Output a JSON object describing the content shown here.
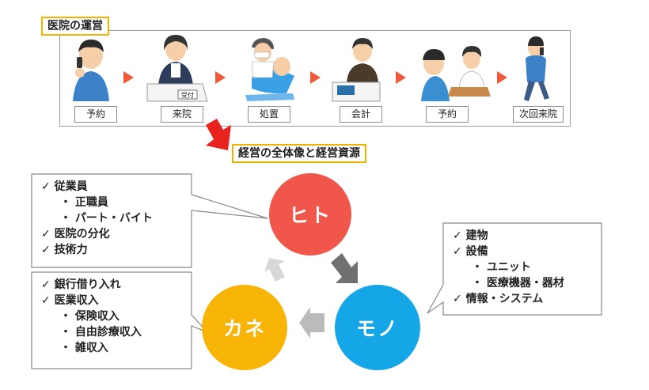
{
  "titles": {
    "clinic_ops": "医院の運営",
    "overview": "経営の全体像と経営資源"
  },
  "flow_steps": [
    {
      "label": "予約",
      "icon": "phone-call-person-icon"
    },
    {
      "label": "来院",
      "icon": "reception-desk-icon"
    },
    {
      "label": "処置",
      "icon": "dental-treatment-icon"
    },
    {
      "label": "会計",
      "icon": "cashier-icon"
    },
    {
      "label": "予約",
      "icon": "consultation-booking-icon"
    },
    {
      "label": "次回来院",
      "icon": "walking-person-phone-icon"
    }
  ],
  "reception_sign": "受付",
  "resources": {
    "hito": "ヒト",
    "mono": "モノ",
    "kane": "カネ"
  },
  "notes": {
    "hito": [
      {
        "text": "従業員",
        "level": 0
      },
      {
        "text": "正職員",
        "level": 1
      },
      {
        "text": "パート・バイト",
        "level": 1
      },
      {
        "text": "医院の分化",
        "level": 0
      },
      {
        "text": "技術力",
        "level": 0
      }
    ],
    "mono": [
      {
        "text": "建物",
        "level": 0
      },
      {
        "text": "設備",
        "level": 0
      },
      {
        "text": "ユニット",
        "level": 1
      },
      {
        "text": "医療機器・器材",
        "level": 1
      },
      {
        "text": "情報・システム",
        "level": 0
      }
    ],
    "kane": [
      {
        "text": "銀行借り入れ",
        "level": 0
      },
      {
        "text": "医業収入",
        "level": 0
      },
      {
        "text": "保険収入",
        "level": 1
      },
      {
        "text": "自由診療収入",
        "level": 1
      },
      {
        "text": "雑収入",
        "level": 1
      }
    ]
  },
  "markers": {
    "check": "✓",
    "bullet": "・"
  },
  "colors": {
    "hito": "#f0564a",
    "mono": "#14a6e6",
    "kane": "#f9b408",
    "flow_arrow": "#f05a3c",
    "tag_border": "#f0b400",
    "big_arrow": "#e8231e"
  }
}
